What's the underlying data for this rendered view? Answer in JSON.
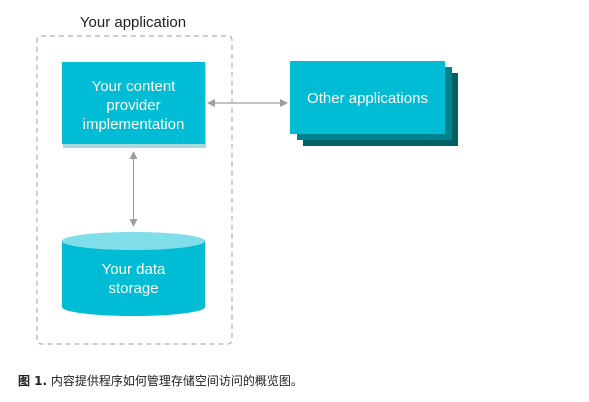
{
  "diagram": {
    "container_label": "Your application",
    "provider_box": {
      "lines": [
        "Your content",
        "provider",
        "implementation"
      ]
    },
    "storage": {
      "lines": [
        "Your data",
        "storage"
      ]
    },
    "other_apps": {
      "label": "Other applications"
    }
  },
  "caption": {
    "figure_label": "图 1.",
    "text": " 内容提供程序如何管理存储空间访问的概览图。"
  },
  "colors": {
    "box_fill": "#00BCD4",
    "box_shadow_dark": "#006064",
    "box_shadow_mid": "#00838F",
    "cylinder_top": "#80DEEA",
    "arrow": "#9E9E9E",
    "dashed_border": "#9E9E9E",
    "label_text": "#ffffff",
    "container_text": "#212121"
  }
}
